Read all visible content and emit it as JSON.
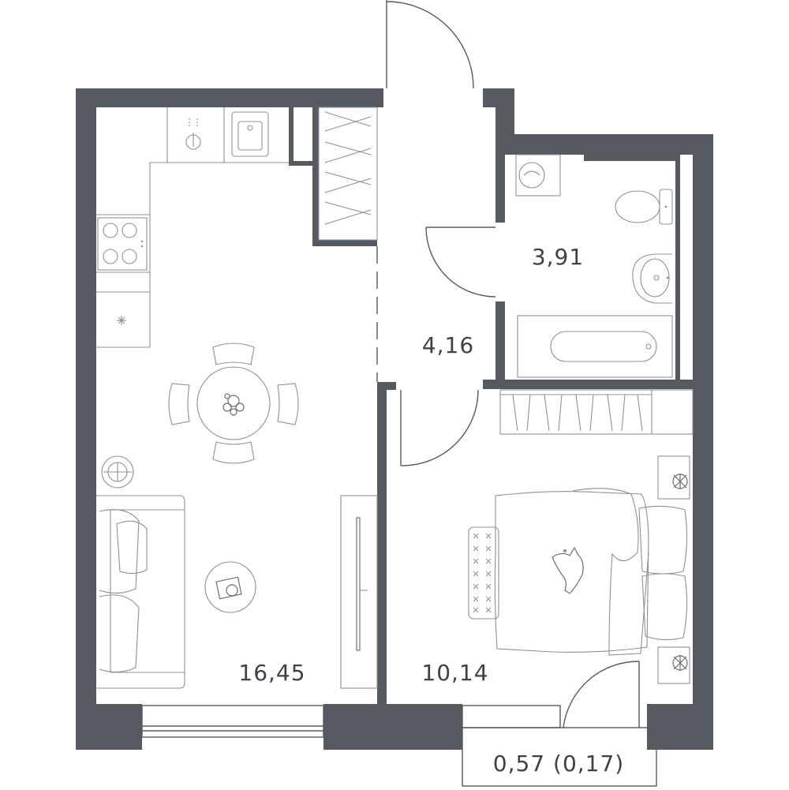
{
  "colors": {
    "wall": "#555a61",
    "furniture": "#8c9096",
    "background": "#ffffff",
    "text": "#3e4248"
  },
  "rooms": {
    "kitchen_living": {
      "area": "16,45"
    },
    "hallway": {
      "area": "4,16"
    },
    "bathroom": {
      "area": "3,91"
    },
    "bedroom": {
      "area": "10,14"
    },
    "balcony": {
      "area": "0,57 (0,17)"
    }
  }
}
